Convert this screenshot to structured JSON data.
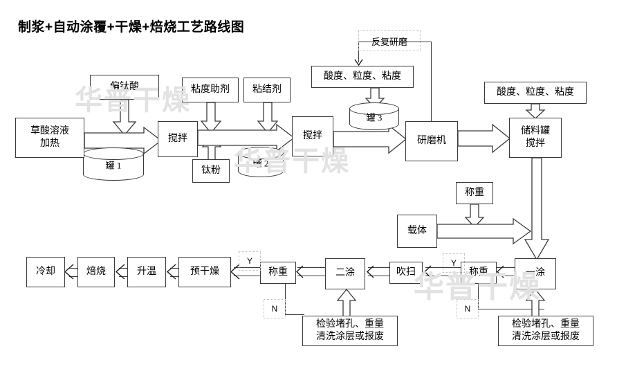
{
  "title": "制浆+自动涂覆+干燥+焙烧工艺路线图",
  "watermark": {
    "text": "华普干燥",
    "color": "#e2e2e2"
  },
  "theme": {
    "stroke": "#3a3a3a",
    "dashed_stroke": "#bdbdbd",
    "background": "#ffffff"
  },
  "nodes": {
    "oxalic_heat": {
      "label": "草酸溶液\n加热"
    },
    "metatitanic": {
      "label": "偏钛酸"
    },
    "visc_additive": {
      "label": "粘度助剂"
    },
    "binder": {
      "label": "粘结剂"
    },
    "tank1": {
      "label": "罐 1"
    },
    "tank2": {
      "label": "罐 2"
    },
    "tank3": {
      "label": "罐 3"
    },
    "mix1": {
      "label": "搅拌"
    },
    "ti_powder": {
      "label": "钛粉"
    },
    "mix2": {
      "label": "搅拌"
    },
    "regrind": {
      "label": "反复研磨"
    },
    "quality_mid": {
      "label": "酸度、粒度、粘度"
    },
    "grinder": {
      "label": "研磨机"
    },
    "quality_right": {
      "label": "酸度、粒度、粘度"
    },
    "storage_mix": {
      "label": "储料罐\n搅拌"
    },
    "weigh_mid": {
      "label": "称重"
    },
    "carrier": {
      "label": "载体"
    },
    "coat1": {
      "label": "一涂"
    },
    "weigh1": {
      "label": "称重"
    },
    "blow": {
      "label": "吹扫"
    },
    "coat2": {
      "label": "二涂"
    },
    "weigh2": {
      "label": "称重"
    },
    "predry": {
      "label": "预干燥"
    },
    "heatup": {
      "label": "升温"
    },
    "calcine": {
      "label": "焙烧"
    },
    "cool": {
      "label": "冷却"
    },
    "inspect_right": {
      "label": "检验堵孔、重量\n清洗涂层或报废"
    },
    "inspect_left": {
      "label": "检验堵孔、重量\n清洗涂层或报废"
    }
  },
  "decision_labels": {
    "y_right": "Y",
    "n_right": "N",
    "y_left": "Y",
    "n_left": "N"
  }
}
